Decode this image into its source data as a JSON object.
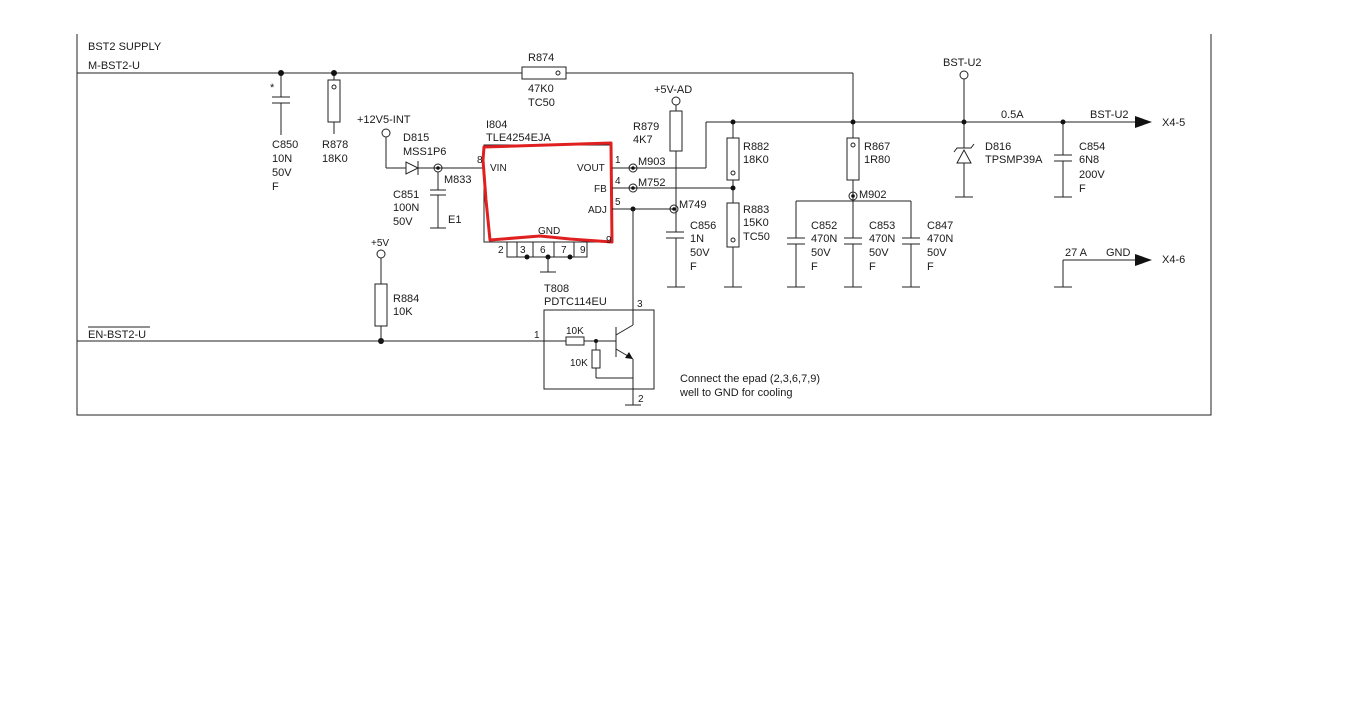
{
  "diagram": {
    "block_title": "BST2 SUPPLY",
    "nets": {
      "m_bst2_u": "M-BST2-U",
      "en_bst2_u": "EN-BST2-U",
      "v12_int": "+12V5-INT",
      "v5_ad": "+5V-AD",
      "v5": "+5V",
      "bst_u2": "BST-U2",
      "gnd": "GND",
      "x4_5": "X4-5",
      "x4_6": "X4-6",
      "e1": "E1"
    },
    "current_labels": {
      "out": "0.5A",
      "gnd": "27 A"
    },
    "ic": {
      "ref": "I804",
      "part": "TLE4254EJA",
      "pins": {
        "vin": "VIN",
        "vout": "VOUT",
        "fb": "FB",
        "adj": "ADJ",
        "gnd": "GND"
      },
      "pin_numbers": {
        "vin": "8",
        "vout": "1",
        "fb": "4",
        "adj": "5",
        "p2": "2",
        "p3": "3",
        "p6": "6",
        "p7": "7",
        "p9": "9"
      }
    },
    "transistor": {
      "ref": "T808",
      "part": "PDTC114EU",
      "r_base": "10K",
      "r_be": "10K",
      "pins": {
        "base": "1",
        "collector": "3",
        "emitter": "2"
      }
    },
    "components": {
      "r874": {
        "ref": "R874",
        "value": "47K0",
        "extra": "TC50"
      },
      "c850": {
        "ref": "C850",
        "value": "10N",
        "voltage": "50V",
        "type": "F",
        "mark": "*"
      },
      "r878": {
        "ref": "R878",
        "value": "18K0"
      },
      "d815": {
        "ref": "D815",
        "part": "MSS1P6"
      },
      "c851": {
        "ref": "C851",
        "value": "100N",
        "voltage": "50V"
      },
      "r879": {
        "ref": "R879",
        "value": "4K7"
      },
      "c856": {
        "ref": "C856",
        "value": "1N",
        "voltage": "50V",
        "type": "F"
      },
      "r882": {
        "ref": "R882",
        "value": "18K0"
      },
      "r883": {
        "ref": "R883",
        "value": "15K0",
        "extra": "TC50"
      },
      "r867": {
        "ref": "R867",
        "value": "1R80"
      },
      "c852": {
        "ref": "C852",
        "value": "470N",
        "voltage": "50V",
        "type": "F"
      },
      "c853": {
        "ref": "C853",
        "value": "470N",
        "voltage": "50V",
        "type": "F"
      },
      "c847": {
        "ref": "C847",
        "value": "470N",
        "voltage": "50V",
        "type": "F"
      },
      "d816": {
        "ref": "D816",
        "part": "TPSMP39A"
      },
      "c854": {
        "ref": "C854",
        "value": "6N8",
        "voltage": "200V",
        "type": "F"
      },
      "r884": {
        "ref": "R884",
        "value": "10K"
      }
    },
    "test_points": {
      "m833": "M833",
      "m903": "M903",
      "m752": "M752",
      "m749": "M749",
      "m902": "M902"
    },
    "note_line1": "Connect the epad (2,3,6,7,9)",
    "note_line2": "well to GND for cooling"
  }
}
